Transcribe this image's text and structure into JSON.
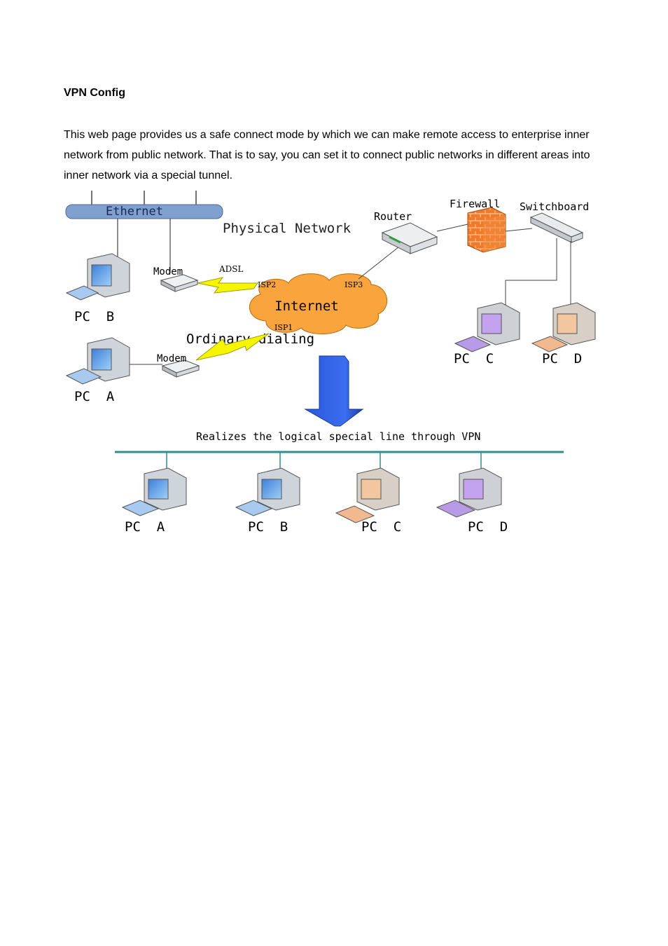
{
  "doc": {
    "heading": "VPN Config",
    "paragraph": "This web page provides us a safe connect mode by which we can make remote access to enterprise inner network from public network. That is to say, you can set it to connect public networks in different areas into inner network via a special tunnel."
  },
  "diagram": {
    "ethernet": "Ethernet",
    "physical_network": "Physical Network",
    "router": "Router",
    "firewall": "Firewall",
    "switchboard": "Switchboard",
    "modem_top": "Modem",
    "modem_bottom": "Modem",
    "adsl": "ADSL",
    "isp1": "ISP1",
    "isp2": "ISP2",
    "isp3": "ISP3",
    "internet": "Internet",
    "ordinary_dialing": "Ordinary dialing",
    "pc_b_top": "PC  B",
    "pc_a_top": "PC  A",
    "pc_c_top": "PC  C",
    "pc_d_top": "PC  D",
    "vpn_caption": "Realizes the logical special line through VPN",
    "pc_a_bottom": "PC  A",
    "pc_b_bottom": "PC  B",
    "pc_c_bottom": "PC  C",
    "pc_d_bottom": "PC  D"
  },
  "colors": {
    "ethernet_bar": "#7f9fcf",
    "cloud": "#f9a43c",
    "firewall": "#f07a2a",
    "arrow": "#2f5fe0",
    "bus_line": "#2f8f8f",
    "lightning": "#f5f500"
  }
}
